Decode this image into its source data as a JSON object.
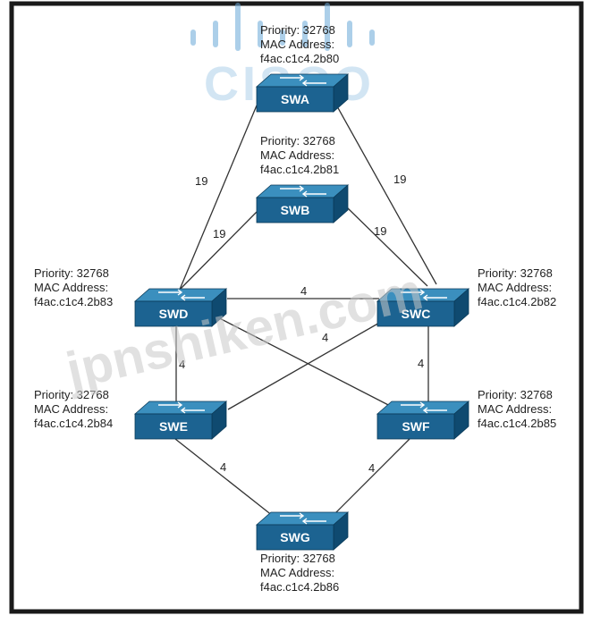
{
  "logo": {
    "text": "CISCO"
  },
  "watermark": {
    "text": "jpnshiken.com"
  },
  "colors": {
    "switch_front": "#1c6391",
    "switch_top": "#3b8fbe",
    "switch_side": "#0f4a70",
    "link": "#333333",
    "border": "#1a1a1a",
    "logo": "#6aa9d8"
  },
  "info": {
    "priority_label": "Priority: 32768",
    "mac_label": "MAC Address:"
  },
  "switches": [
    {
      "id": "SWA",
      "label": "SWA",
      "mac": "f4ac.c1c4.2b80"
    },
    {
      "id": "SWB",
      "label": "SWB",
      "mac": "f4ac.c1c4.2b81"
    },
    {
      "id": "SWC",
      "label": "SWC",
      "mac": "f4ac.c1c4.2b82"
    },
    {
      "id": "SWD",
      "label": "SWD",
      "mac": "f4ac.c1c4.2b83"
    },
    {
      "id": "SWE",
      "label": "SWE",
      "mac": "f4ac.c1c4.2b84"
    },
    {
      "id": "SWF",
      "label": "SWF",
      "mac": "f4ac.c1c4.2b85"
    },
    {
      "id": "SWG",
      "label": "SWG",
      "mac": "f4ac.c1c4.2b86"
    }
  ],
  "links": [
    {
      "from": "SWA",
      "to": "SWD",
      "cost": "19"
    },
    {
      "from": "SWA",
      "to": "SWC",
      "cost": "19"
    },
    {
      "from": "SWB",
      "to": "SWD",
      "cost": "19"
    },
    {
      "from": "SWB",
      "to": "SWC",
      "cost": "19"
    },
    {
      "from": "SWD",
      "to": "SWC",
      "cost": "4"
    },
    {
      "from": "SWC",
      "to": "SWE",
      "cost": "4"
    },
    {
      "from": "SWD",
      "to": "SWE",
      "cost": "4"
    },
    {
      "from": "SWD",
      "to": "SWF",
      "cost": ""
    },
    {
      "from": "SWC",
      "to": "SWF",
      "cost": "4"
    },
    {
      "from": "SWE",
      "to": "SWG",
      "cost": "4"
    },
    {
      "from": "SWF",
      "to": "SWG",
      "cost": "4"
    }
  ]
}
